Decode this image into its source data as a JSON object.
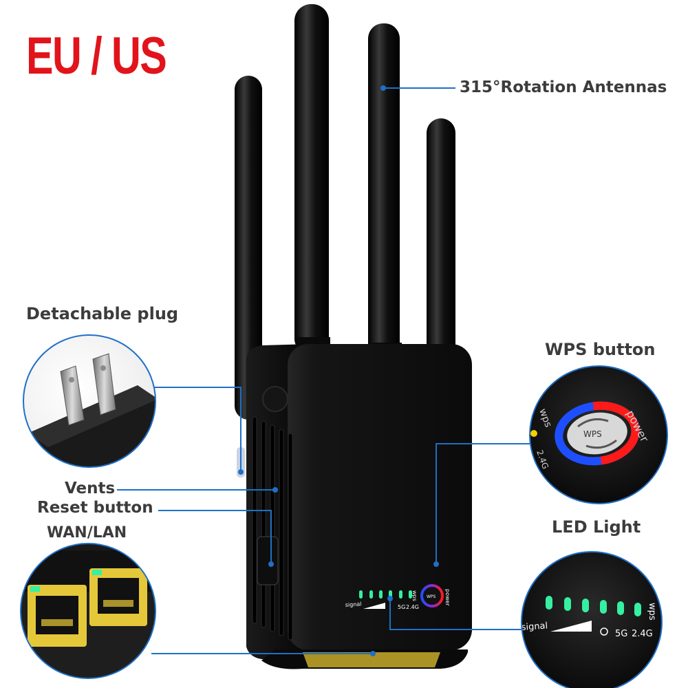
{
  "region_tag": "EU / US",
  "labels": {
    "antennas": "315°Rotation Antennas",
    "plug": "Detachable plug",
    "wps": "WPS button",
    "vents": "Vents",
    "reset": "Reset button",
    "wan_lan": "WAN/LAN",
    "led": "LED Light"
  },
  "device_panel": {
    "signal": "signal",
    "band_5g": "5G",
    "band_24g": "2.4G",
    "wps": "wps",
    "power": "power",
    "wps_center": "WPS"
  },
  "colors": {
    "accent_red": "#e1141c",
    "callout_blue": "#1f6fc6",
    "led_green": "#35f0a0",
    "device_black": "#111111",
    "port_yellow": "#e5c83a"
  }
}
